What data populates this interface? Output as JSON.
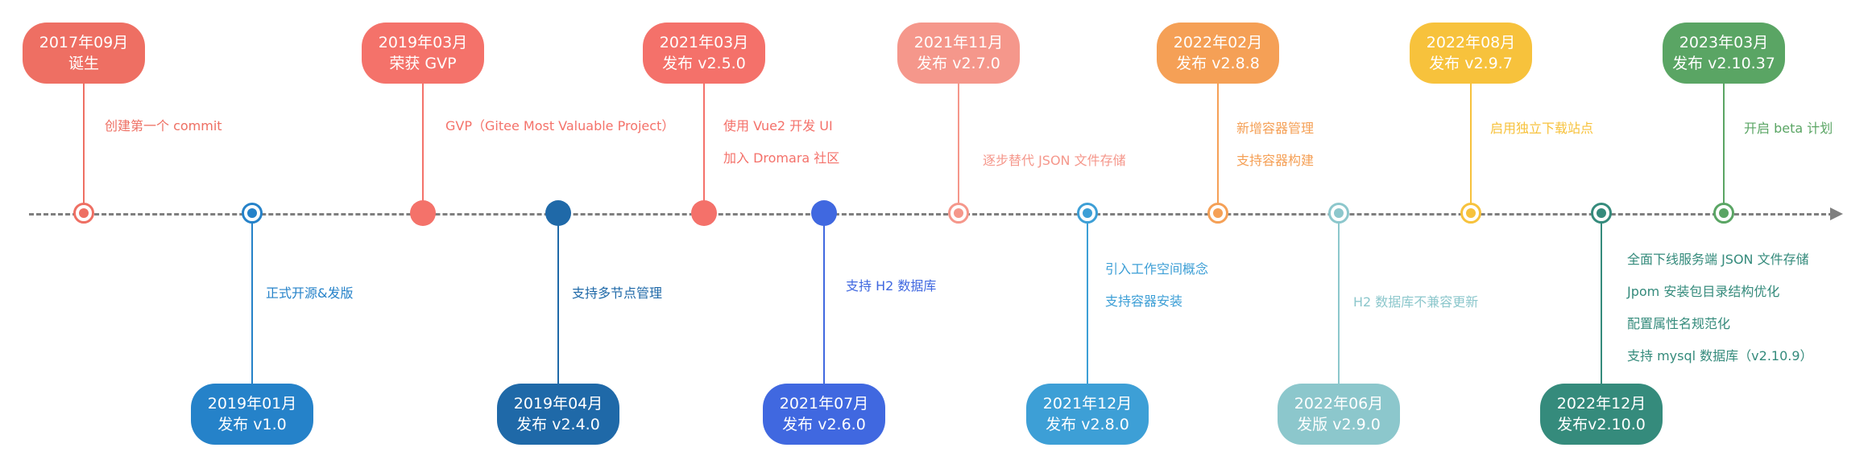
{
  "events": [
    {
      "date": "2017年09月",
      "title": "诞生",
      "notes": [
        "创建第一个 commit"
      ],
      "side": "top",
      "color": "#ee6f63",
      "marker": "ring"
    },
    {
      "date": "2019年01月",
      "title": "发布 v1.0",
      "notes": [
        "正式开源&发版"
      ],
      "side": "bottom",
      "color": "#2582c9",
      "marker": "ring"
    },
    {
      "date": "2019年03月",
      "title": "荣获 GVP",
      "notes": [
        "GVP（Gitee Most Valuable Project）"
      ],
      "side": "top",
      "color": "#f4726a",
      "marker": "solid"
    },
    {
      "date": "2019年04月",
      "title": "发布 v2.4.0",
      "notes": [
        "支持多节点管理"
      ],
      "side": "bottom",
      "color": "#1f69a8",
      "marker": "solid"
    },
    {
      "date": "2021年03月",
      "title": "发布 v2.5.0",
      "notes": [
        "使用 Vue2 开发 UI",
        "加入 Dromara 社区"
      ],
      "side": "top",
      "color": "#f4716a",
      "marker": "solid"
    },
    {
      "date": "2021年07月",
      "title": "发布 v2.6.0",
      "notes": [
        "支持 H2 数据库"
      ],
      "side": "bottom",
      "color": "#4068e0",
      "marker": "solid"
    },
    {
      "date": "2021年11月",
      "title": "发布 v2.7.0",
      "notes": [
        "逐步替代 JSON 文件存储"
      ],
      "side": "top",
      "color": "#f5978b",
      "marker": "ring"
    },
    {
      "date": "2021年12月",
      "title": "发布 v2.8.0",
      "notes": [
        "引入工作空间概念",
        "支持容器安装"
      ],
      "side": "bottom",
      "color": "#3d9fd6",
      "marker": "ring"
    },
    {
      "date": "2022年02月",
      "title": "发布 v2.8.8",
      "notes": [
        "新增容器管理",
        "支持容器构建"
      ],
      "side": "top",
      "color": "#f5a056",
      "marker": "ring"
    },
    {
      "date": "2022年06月",
      "title": "发版 v2.9.0",
      "notes": [
        "H2 数据库不兼容更新"
      ],
      "side": "bottom",
      "color": "#8cc7cc",
      "marker": "ring"
    },
    {
      "date": "2022年08月",
      "title": "发布 v2.9.7",
      "notes": [
        "启用独立下载站点"
      ],
      "side": "top",
      "color": "#f7c23c",
      "marker": "ring"
    },
    {
      "date": "2022年12月",
      "title": "发布v2.10.0",
      "notes": [
        "全面下线服务端 JSON 文件存储",
        "Jpom 安装包目录结构优化",
        "配置属性名规范化",
        "支持 mysql 数据库（v2.10.9）"
      ],
      "side": "bottom",
      "color": "#358b7c",
      "marker": "ring"
    },
    {
      "date": "2023年03月",
      "title": "发布 v2.10.37",
      "notes": [
        "开启 beta 计划"
      ],
      "side": "top",
      "color": "#5aa564",
      "marker": "ring"
    }
  ]
}
